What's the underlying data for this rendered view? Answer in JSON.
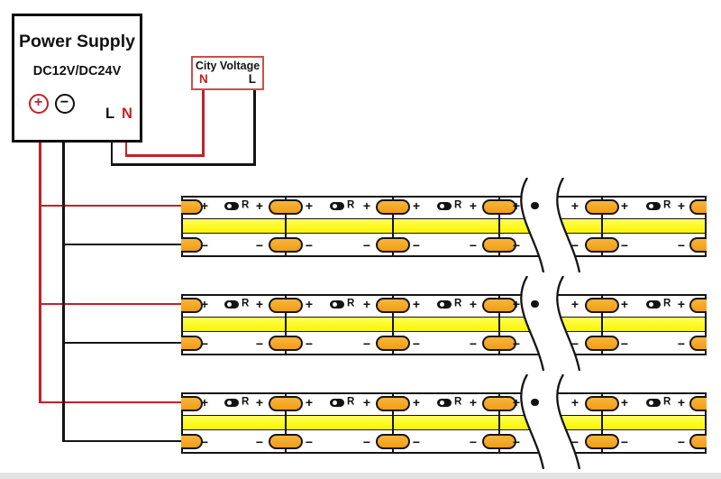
{
  "power_supply": {
    "title": "Power Supply",
    "voltage": "DC12V/DC24V",
    "plus_symbol": "+",
    "minus_symbol": "−",
    "terminal_l": "L",
    "terminal_n": "N"
  },
  "city_voltage": {
    "title": "City Voltage",
    "terminal_n": "N",
    "terminal_l": "L"
  },
  "led_strips": {
    "count": 3,
    "plus_symbol": "+",
    "minus_symbol": "−",
    "resistor_label": "R"
  },
  "colors": {
    "wire_red": "#c42127",
    "wire_black": "#141414",
    "city_border": "#c94f4f",
    "pad_orange": "#f09d14",
    "cob_yellow": "#fbf400",
    "bottom_band_gray": "#e4e4e4"
  }
}
